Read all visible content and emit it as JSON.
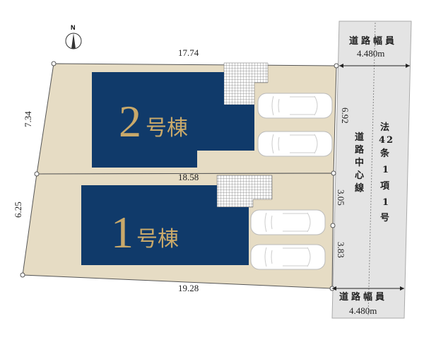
{
  "compass": {
    "label": "N"
  },
  "colors": {
    "lot": "#e6dcc4",
    "building": "#103a6a",
    "gold": "#c9a96a",
    "road": "#e4e4e4"
  },
  "buildings": [
    {
      "number": "2",
      "suffix": "号棟"
    },
    {
      "number": "1",
      "suffix": "号棟"
    }
  ],
  "dimensions": {
    "top": "17.74",
    "left_upper": "7.34",
    "middle": "18.58",
    "left_lower": "6.25",
    "bottom": "19.28",
    "right_upper": "6.92",
    "right_mid": "3.05",
    "right_lower": "3.83"
  },
  "road": {
    "width_label": "道路幅員",
    "width_value": "4.480m",
    "center_line": [
      "道",
      "路",
      "中",
      "心",
      "線"
    ],
    "law": [
      "法",
      "4",
      "2",
      "条",
      "1",
      "項",
      "1",
      "号"
    ]
  }
}
